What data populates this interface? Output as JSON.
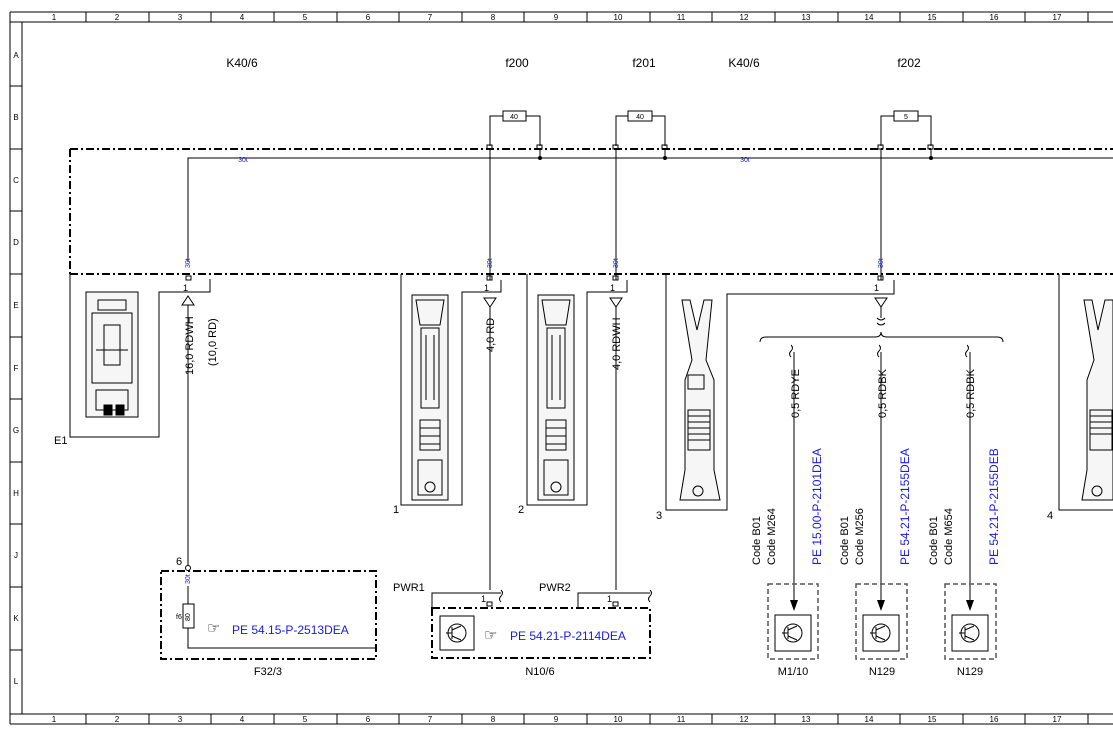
{
  "grid": {
    "columns": [
      "1",
      "2",
      "3",
      "4",
      "5",
      "6",
      "7",
      "8",
      "9",
      "10",
      "11",
      "12",
      "13",
      "14",
      "15",
      "16",
      "17"
    ],
    "rows": [
      "A",
      "B",
      "C",
      "D",
      "E",
      "F",
      "G",
      "H",
      "J",
      "K",
      "L"
    ]
  },
  "components": {
    "k40_left": "K40/6",
    "k40_right": "K40/6",
    "f200": "f200",
    "f201": "f201",
    "f202": "f202",
    "fuse_f200_rating": "40",
    "fuse_f201_rating": "40",
    "fuse_f202_rating": "5",
    "e1": "E1",
    "f32": "F32/3",
    "n10": "N10/6",
    "m1": "M1/10",
    "n129_a": "N129",
    "n129_b": "N129",
    "fuse_f6": "f6",
    "fuse_f6_rating": "80"
  },
  "bus": {
    "label_left": "30t",
    "label_right": "30t",
    "pin_label": "30t"
  },
  "pins": {
    "p1": "1",
    "p6": "6"
  },
  "wires": {
    "w_main": "16,0 RDWH",
    "w_main_alt": "(10,0 RD)",
    "w_f200": "4,0 RD",
    "w_f201": "4,0 RDWH",
    "w_m1": "0,5 RDYE",
    "w_n129a": "0,5 RDBK",
    "w_n129b": "0,5 RDBK"
  },
  "connectors": {
    "c1": "1",
    "c2": "2",
    "c3": "3",
    "c4": "4",
    "pwr1": "PWR1",
    "pwr2": "PWR2"
  },
  "codes": {
    "m1_code1": "Code B01",
    "m1_code2": "Code M264",
    "n129a_code1": "Code B01",
    "n129a_code2": "Code M256",
    "n129b_code1": "Code B01",
    "n129b_code2": "Code M654"
  },
  "references": {
    "ref_f32": "PE 54.15-P-2513DEA",
    "ref_n10": "PE 54.21-P-2114DEA",
    "ref_m1": "PE 15.00-P-2101DEA",
    "ref_n129a": "PE 54.21-P-2155DEA",
    "ref_n129b": "PE 54.21-P-2155DEB"
  },
  "colors": {
    "link": "#1a1ae6",
    "line": "#000000",
    "box_dashed_gray": "#555555"
  }
}
